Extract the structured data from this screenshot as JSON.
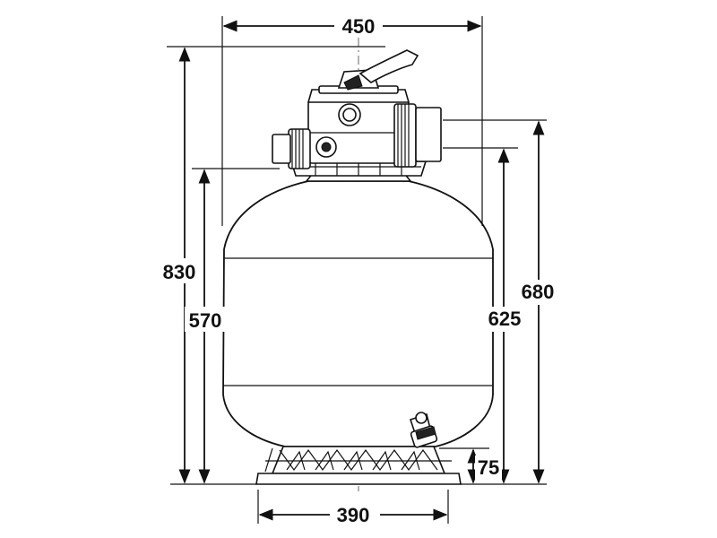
{
  "diagram": {
    "dimensions": {
      "top_width": "450",
      "base_width": "390",
      "total_height": "830",
      "inlet_height": "570",
      "outlet_height_upper": "680",
      "outlet_height_lower": "625",
      "drain_height": "75"
    },
    "colors": {
      "line": "#111111",
      "background": "#ffffff",
      "centerline": "#555555"
    }
  }
}
